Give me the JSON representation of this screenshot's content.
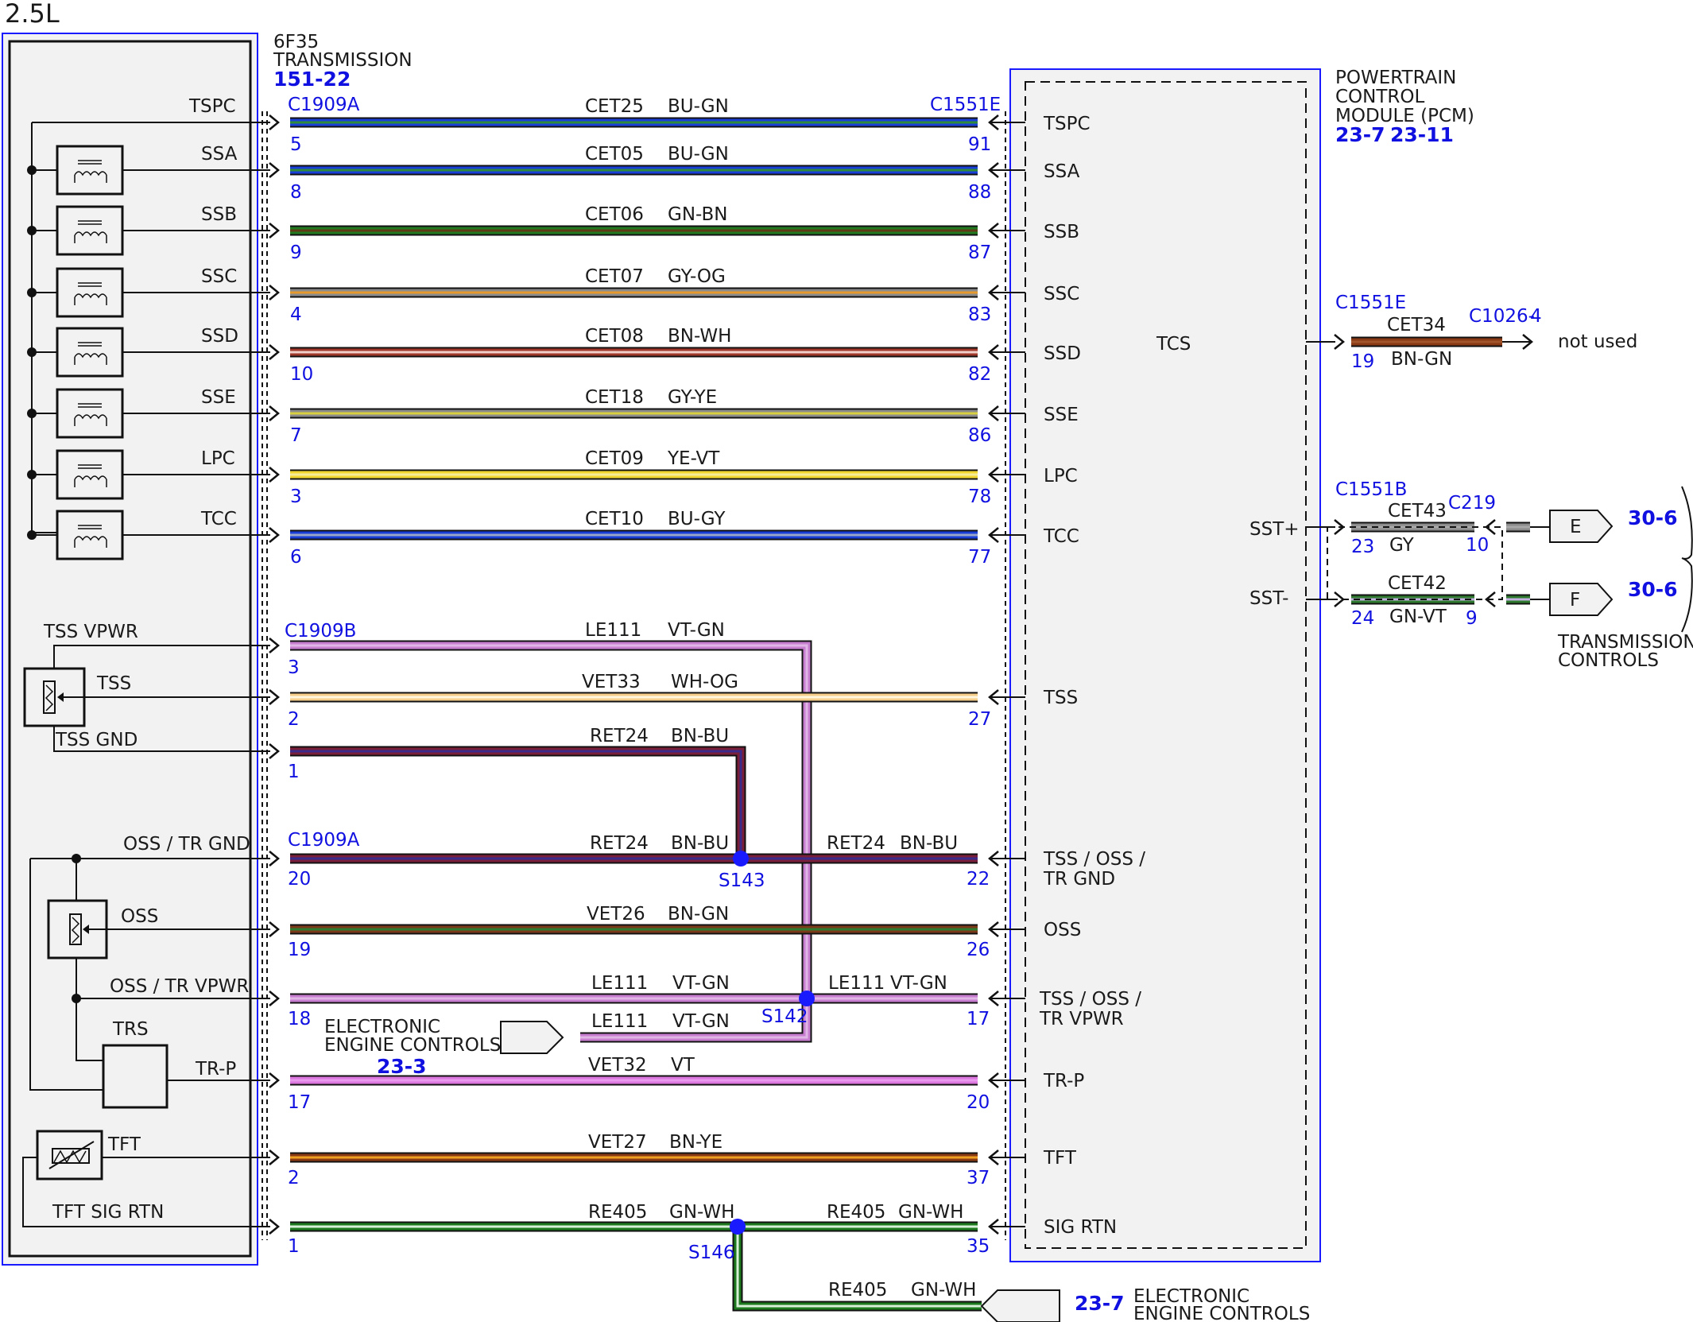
{
  "engine_label": "2.5L",
  "transmission": {
    "line1": "6F35",
    "line2": "TRANSMISSION",
    "ref": "151-22"
  },
  "pcm": {
    "line1": "POWERTRAIN",
    "line2": "CONTROL",
    "line3": "MODULE (PCM)",
    "ref1": "23-7",
    "ref2": "23-11",
    "inner_label": "TCS"
  },
  "colors": {
    "panel_fill": "#f2f2f2",
    "blue": "#1a1aff",
    "black": "#111111"
  },
  "connectors": [
    {
      "name": "C1909A"
    },
    {
      "name": "C1551E"
    },
    {
      "name": "C1909B"
    },
    {
      "name": "C1909A"
    }
  ],
  "circuits": [
    {
      "tc_label": "TSPC",
      "circuit": "CET25",
      "color": "BU-GN",
      "left_pin": "5",
      "right_pin": "91",
      "pcm_label": "TSPC",
      "stripe": [
        "#1a3fd9",
        "#2e8b3a"
      ]
    },
    {
      "tc_label": "SSA",
      "circuit": "CET05",
      "color": "BU-GN",
      "left_pin": "8",
      "right_pin": "88",
      "pcm_label": "SSA",
      "stripe": [
        "#1a3fd9",
        "#2e8b3a"
      ]
    },
    {
      "tc_label": "SSB",
      "circuit": "CET06",
      "color": "GN-BN",
      "left_pin": "9",
      "right_pin": "87",
      "pcm_label": "SSB",
      "stripe": [
        "#217a1f",
        "#5e3a16"
      ]
    },
    {
      "tc_label": "SSC",
      "circuit": "CET07",
      "color": "GY-OG",
      "left_pin": "4",
      "right_pin": "83",
      "pcm_label": "SSC",
      "stripe": [
        "#8c8c8c",
        "#e69a2e"
      ]
    },
    {
      "tc_label": "SSD",
      "circuit": "CET08",
      "color": "BN-WH",
      "left_pin": "10",
      "right_pin": "82",
      "pcm_label": "SSD",
      "stripe": [
        "#a0392c",
        "#f0d0c8"
      ]
    },
    {
      "tc_label": "SSE",
      "circuit": "CET18",
      "color": "GY-YE",
      "left_pin": "7",
      "right_pin": "86",
      "pcm_label": "SSE",
      "stripe": [
        "#8c8c8c",
        "#d8d040"
      ]
    },
    {
      "tc_label": "LPC",
      "circuit": "CET09",
      "color": "YE-VT",
      "left_pin": "3",
      "right_pin": "78",
      "pcm_label": "LPC",
      "stripe": [
        "#f2d630",
        "#f5ec9a"
      ]
    },
    {
      "tc_label": "TCC",
      "circuit": "CET10",
      "color": "BU-GY",
      "left_pin": "6",
      "right_pin": "77",
      "pcm_label": "TCC",
      "stripe": [
        "#1a3fd9",
        "#9aa6c8"
      ]
    }
  ],
  "tss": {
    "vpwr_label": "TSS VPWR",
    "tss_label": "TSS",
    "gnd_label": "TSS GND",
    "le111": {
      "circuit": "LE111",
      "color": "VT-GN",
      "pin": "3"
    },
    "vet33": {
      "circuit": "VET33",
      "color": "WH-OG",
      "left_pin": "2",
      "right_pin": "27",
      "pcm_label": "TSS"
    },
    "ret24": {
      "circuit": "RET24",
      "color": "BN-BU",
      "pin": "1"
    }
  },
  "oss_group": {
    "gnd_label": "OSS / TR GND",
    "oss_label": "OSS",
    "vpwr_label": "OSS / TR VPWR",
    "trs_label": "TRS",
    "trp_label": "TR-P",
    "ret24a": {
      "circuit": "RET24",
      "color": "BN-BU",
      "pin": "20"
    },
    "ret24b": {
      "circuit": "RET24",
      "color": "BN-BU",
      "pin": "22"
    },
    "s143": "S143",
    "pcm_gnd_1": "TSS / OSS /",
    "pcm_gnd_2": "TR GND",
    "vet26": {
      "circuit": "VET26",
      "color": "BN-GN",
      "left_pin": "19",
      "right_pin": "26",
      "pcm_label": "OSS"
    },
    "le111a": {
      "circuit": "LE111",
      "color": "VT-GN",
      "pin": "18"
    },
    "le111b": {
      "circuit": "LE111",
      "color": "VT-GN",
      "pin": "17"
    },
    "s142": "S142",
    "pcm_vpwr_1": "TSS / OSS /",
    "pcm_vpwr_2": "TR VPWR",
    "le111c": {
      "circuit": "LE111",
      "color": "VT-GN"
    },
    "eec1": "ELECTRONIC",
    "eec2": "ENGINE CONTROLS",
    "eec_ref": "23-3",
    "vet32": {
      "circuit": "VET32",
      "color": "VT",
      "left_pin": "17",
      "right_pin": "20",
      "pcm_label": "TR-P"
    }
  },
  "tft": {
    "tft_label": "TFT",
    "sig_label": "TFT SIG RTN",
    "vet27": {
      "circuit": "VET27",
      "color": "BN-YE",
      "left_pin": "2",
      "right_pin": "37",
      "pcm_label": "TFT"
    },
    "re405a": {
      "circuit": "RE405",
      "color": "GN-WH",
      "pin": "1"
    },
    "re405b": {
      "circuit": "RE405",
      "color": "GN-WH",
      "pin": "35"
    },
    "s146": "S146",
    "pcm_label": "SIG RTN",
    "re405c": {
      "circuit": "RE405",
      "color": "GN-WH"
    },
    "eec_ref": "23-7",
    "eec1": "ELECTRONIC",
    "eec2": "ENGINE CONTROLS"
  },
  "right_side": {
    "cet34": {
      "conn_left": "C1551E",
      "conn_right": "C1026-",
      "conn_right_pin": "4",
      "circuit": "CET34",
      "color": "BN-GN",
      "pin": "19",
      "note": "not used"
    },
    "sst_plus": "SST+",
    "sst_minus": "SST-",
    "cet43": {
      "conn_left": "C1551B",
      "conn_right": "C219",
      "circuit": "CET43",
      "color": "GY",
      "pin_left": "23",
      "pin_right": "10"
    },
    "cet42": {
      "circuit": "CET42",
      "color": "GN-VT",
      "pin_left": "24",
      "pin_right": "9"
    },
    "flag_e": "E",
    "flag_f": "F",
    "ref_e": "30-6",
    "ref_f": "30-6",
    "tc1": "TRANSMISSION",
    "tc2": "CONTROLS"
  }
}
